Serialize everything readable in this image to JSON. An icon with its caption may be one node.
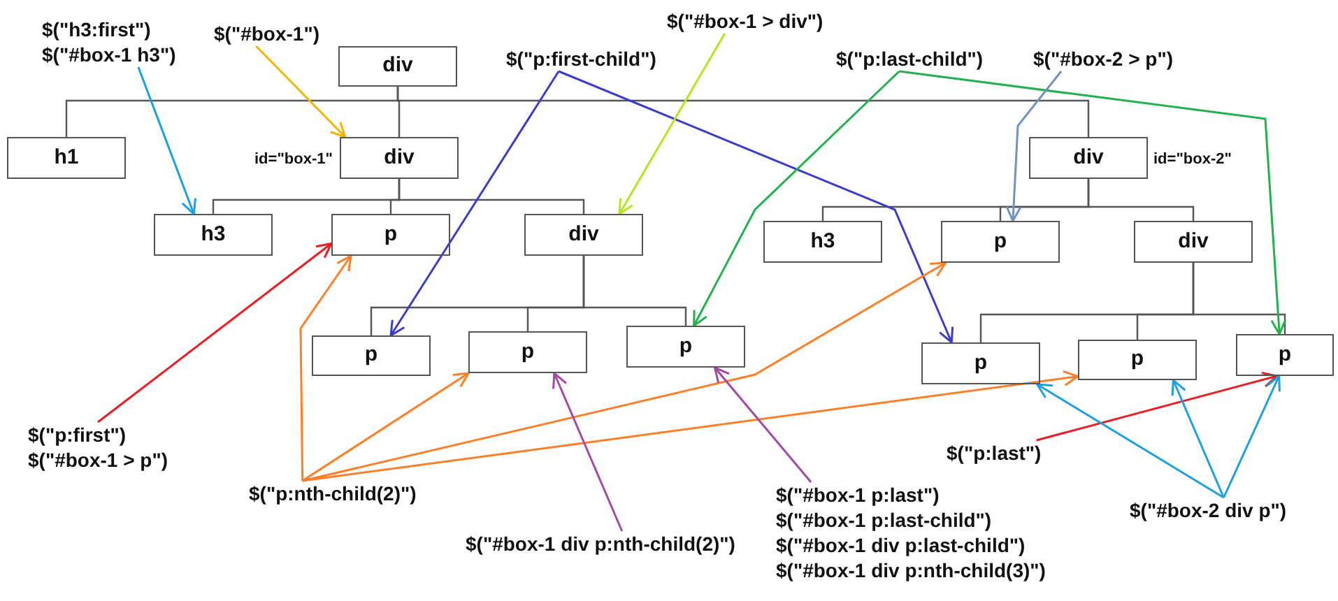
{
  "diagram": {
    "nodes": [
      {
        "text": [
          "div"
        ]
      },
      {
        "text": [
          "h1"
        ]
      },
      {
        "text": [
          "div"
        ],
        "beside": [
          "id=\"box-1\""
        ]
      },
      {
        "text": [
          "div"
        ],
        "beside": [
          "id=\"box-2\""
        ]
      },
      {
        "text": [
          "h3"
        ]
      },
      {
        "text": [
          "p"
        ]
      },
      {
        "text": [
          "div"
        ]
      },
      {
        "text": [
          "h3"
        ]
      },
      {
        "text": [
          "p"
        ]
      },
      {
        "text": [
          "div"
        ]
      },
      {
        "text": [
          "p"
        ]
      },
      {
        "text": [
          "p"
        ]
      },
      {
        "text": [
          "p"
        ]
      },
      {
        "text": [
          "p"
        ]
      },
      {
        "text": [
          "p"
        ]
      },
      {
        "text": [
          "p"
        ]
      },
      {
        "text": [
          "$(\"h3:first\")",
          "$(\"#box-1 h3\")"
        ]
      },
      {
        "text": [
          "$(\"#box-1\")"
        ]
      },
      {
        "text": [
          "$(\"p:first-child\")"
        ]
      },
      {
        "text": [
          "$(\"#box-1 > div\")"
        ]
      },
      {
        "text": [
          "$(\"p:last-child\")"
        ]
      },
      {
        "text": [
          "$(\"#box-2 > p\")"
        ]
      },
      {
        "text": [
          "$(\"p:first\")",
          "$(\"#box-1 > p\")"
        ]
      },
      {
        "text": [
          "$(\"p:nth-child(2)\")"
        ]
      },
      {
        "text": [
          "$(\"#box-1 div p:nth-child(2)\")"
        ]
      },
      {
        "text": [
          "$(\"#box-1 p:last\")",
          "$(\"#box-1 p:last-child\")",
          "$(\"#box-1 div p:last-child\")",
          "$(\"#box-1 div p:nth-child(3)\")"
        ]
      },
      {
        "text": [
          "$(\"p:last\")"
        ]
      },
      {
        "text": [
          "$(\"#box-2 div p\")"
        ]
      }
    ],
    "edges": [
      {
        "from": 0,
        "to": 1,
        "arrow": "none"
      },
      {
        "from": 0,
        "to": 2,
        "arrow": "none"
      },
      {
        "from": 0,
        "to": 3,
        "arrow": "none"
      },
      {
        "from": 2,
        "to": 4,
        "arrow": "none"
      },
      {
        "from": 2,
        "to": 5,
        "arrow": "none"
      },
      {
        "from": 2,
        "to": 6,
        "arrow": "none"
      },
      {
        "from": 6,
        "to": 10,
        "arrow": "none"
      },
      {
        "from": 6,
        "to": 11,
        "arrow": "none"
      },
      {
        "from": 6,
        "to": 12,
        "arrow": "none"
      },
      {
        "from": 3,
        "to": 7,
        "arrow": "none"
      },
      {
        "from": 3,
        "to": 8,
        "arrow": "none"
      },
      {
        "from": 3,
        "to": 9,
        "arrow": "none"
      },
      {
        "from": 9,
        "to": 13,
        "arrow": "none"
      },
      {
        "from": 9,
        "to": 14,
        "arrow": "none"
      },
      {
        "from": 9,
        "to": 15,
        "arrow": "none"
      },
      {
        "from": 16,
        "to": 4,
        "arrow": "to",
        "color": "#1ba1e2"
      },
      {
        "from": 17,
        "to": 2,
        "arrow": "to",
        "color": "#f5b400"
      },
      {
        "from": 18,
        "to": 10,
        "arrow": "to",
        "color": "#3c3cc8"
      },
      {
        "from": 18,
        "to": 13,
        "arrow": "to",
        "color": "#3c3cc8"
      },
      {
        "from": 19,
        "to": 6,
        "arrow": "to",
        "color": "#b5e61d"
      },
      {
        "from": 20,
        "to": 12,
        "arrow": "to",
        "color": "#22b14c"
      },
      {
        "from": 20,
        "to": 15,
        "arrow": "to",
        "color": "#22b14c"
      },
      {
        "from": 21,
        "to": 8,
        "arrow": "to",
        "color": "#7092be"
      },
      {
        "from": 22,
        "to": 5,
        "arrow": "to",
        "color": "#ed1c24"
      },
      {
        "from": 23,
        "to": 5,
        "arrow": "to",
        "color": "#ff7f27"
      },
      {
        "from": 23,
        "to": 11,
        "arrow": "to",
        "color": "#ff7f27"
      },
      {
        "from": 23,
        "to": 8,
        "arrow": "to",
        "color": "#ff7f27"
      },
      {
        "from": 23,
        "to": 14,
        "arrow": "to",
        "color": "#ff7f27"
      },
      {
        "from": 24,
        "to": 11,
        "arrow": "to",
        "color": "#a349a4"
      },
      {
        "from": 25,
        "to": 12,
        "arrow": "to",
        "color": "#a349a4"
      },
      {
        "from": 26,
        "to": 15,
        "arrow": "to",
        "color": "#ed1c24"
      },
      {
        "from": 27,
        "to": 13,
        "arrow": "to",
        "color": "#1ba1e2"
      },
      {
        "from": 27,
        "to": 14,
        "arrow": "to",
        "color": "#1ba1e2"
      },
      {
        "from": 27,
        "to": 15,
        "arrow": "to",
        "color": "#1ba1e2"
      }
    ]
  }
}
